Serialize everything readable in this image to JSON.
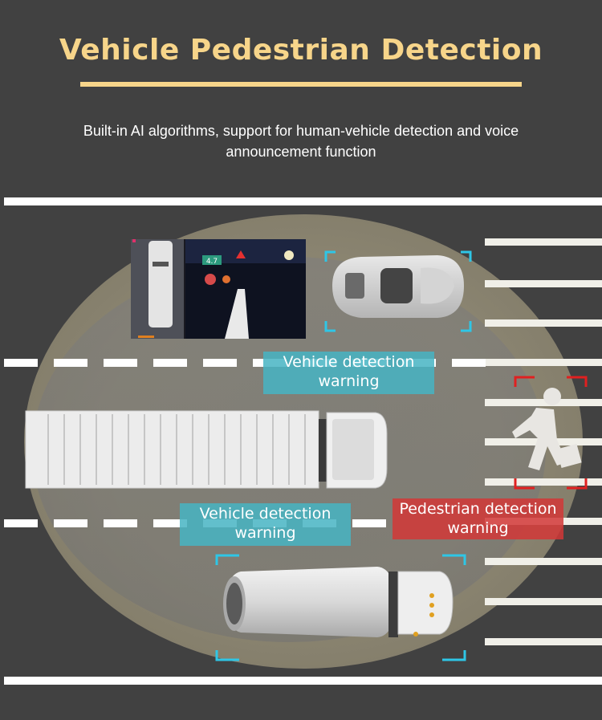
{
  "header": {
    "title": "Vehicle Pedestrian Detection",
    "subtitle_line1": "Built-in AI algorithms, support for human-vehicle detection and voice",
    "subtitle_line2": "announcement function"
  },
  "labels": {
    "vehicle_warning_top": {
      "line1": "Vehicle detection",
      "line2": "warning"
    },
    "vehicle_warning_bottom": {
      "line1": "Vehicle detection",
      "line2": "warning"
    },
    "pedestrian_warning": {
      "line1": "Pedestrian  detection",
      "line2": "warning"
    }
  },
  "inset_screen": {
    "speed_badge": "4.7"
  },
  "colors": {
    "background": "#414141",
    "title": "#f7d58a",
    "detection_vehicle": "#2ec6e6",
    "detection_pedestrian": "#e02020",
    "label_vehicle": "#46b4c3",
    "label_pedestrian": "#d23737"
  }
}
